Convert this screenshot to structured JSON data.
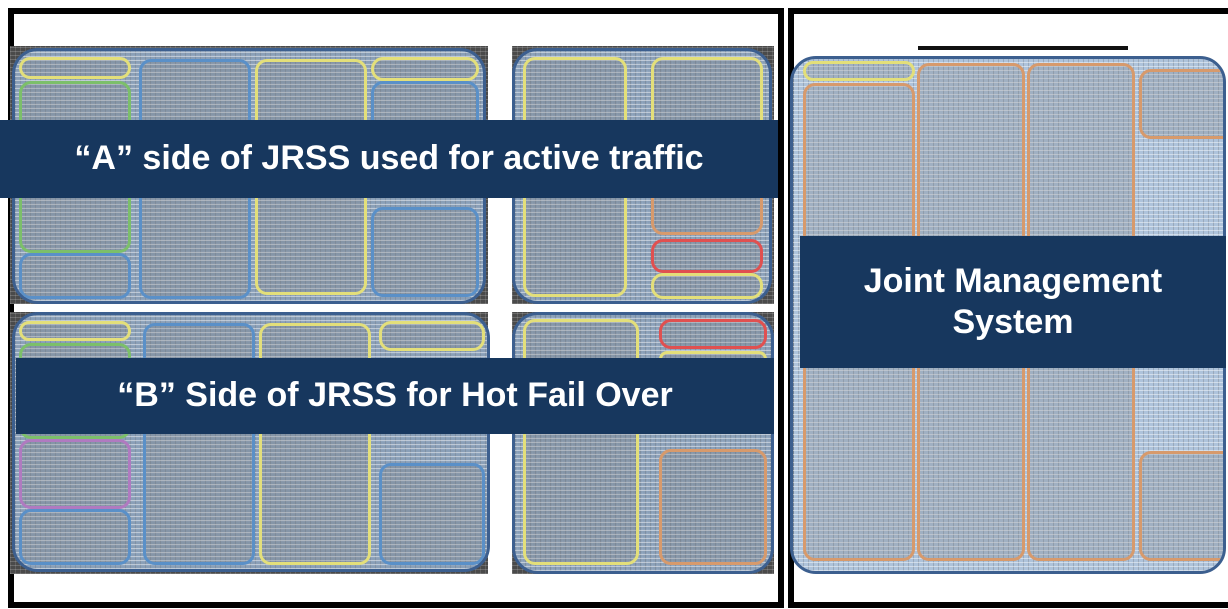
{
  "diagram": {
    "banners": {
      "a_side": "“A” side of JRSS used for active traffic",
      "b_side": "“B” Side of JRSS for Hot Fail Over",
      "jms_line1": "Joint Management",
      "jms_line2": "System"
    },
    "colors": {
      "banner_bg": "#17375e",
      "panel_border": "#3c5f8f",
      "rack_blue": "#5a90c8",
      "rack_yellow": "#e3df7a",
      "rack_green": "#7cbf6a",
      "rack_orange": "#d79a6c",
      "rack_red": "#e05050"
    }
  }
}
